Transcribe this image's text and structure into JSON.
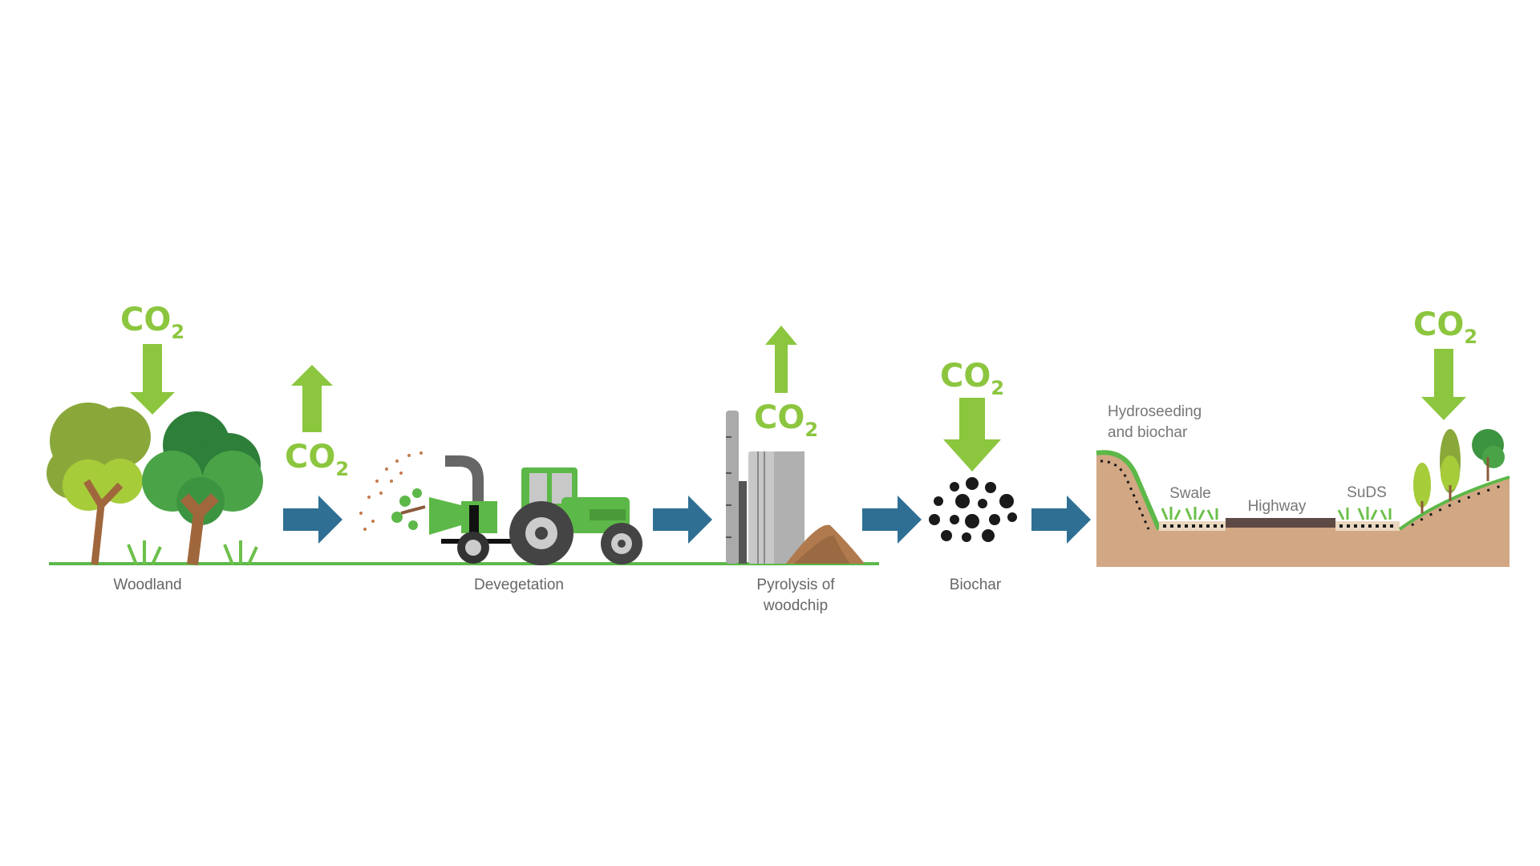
{
  "co2": {
    "main": "CO",
    "sub": "2"
  },
  "labels": {
    "woodland": "Woodland",
    "devegetation": "Devegetation",
    "pyrolysis_line1": "Pyrolysis of",
    "pyrolysis_line2": "woodchip",
    "biochar": "Biochar",
    "hydroseeding_line1": "Hydroseeding",
    "hydroseeding_line2": "and biochar",
    "swale": "Swale",
    "highway": "Highway",
    "suds": "SuDS"
  },
  "colors": {
    "co2_green": "#8cc63f",
    "process_arrow_blue": "#2e6f93",
    "ground_line": "#5db84a",
    "soil": "#d2a784",
    "tractor_green": "#5cb848",
    "biochar_black": "#1a1a1a"
  }
}
